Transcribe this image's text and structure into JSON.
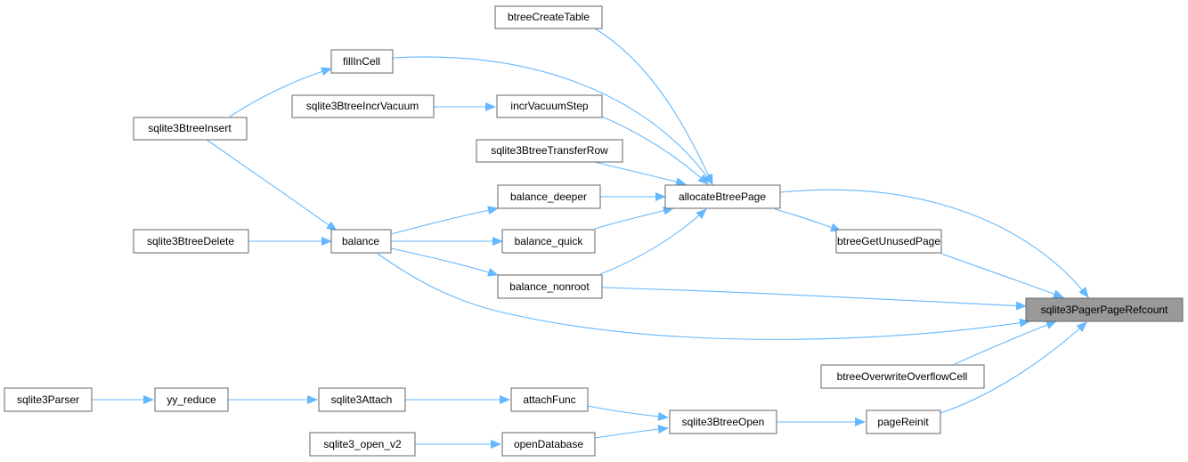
{
  "colors": {
    "edge": "#63b8ff",
    "node_border": "#666666",
    "node_fill": "#ffffff",
    "target_fill": "#999999"
  },
  "nodes": {
    "btreeCreateTable": "btreeCreateTable",
    "fillInCell": "fillInCell",
    "sqlite3BtreeIncrVacuum": "sqlite3BtreeIncrVacuum",
    "incrVacuumStep": "incrVacuumStep",
    "sqlite3BtreeInsert": "sqlite3BtreeInsert",
    "sqlite3BtreeTransferRow": "sqlite3BtreeTransferRow",
    "balance_deeper": "balance_deeper",
    "allocateBtreePage": "allocateBtreePage",
    "sqlite3BtreeDelete": "sqlite3BtreeDelete",
    "balance": "balance",
    "balance_quick": "balance_quick",
    "btreeGetUnusedPage": "btreeGetUnusedPage",
    "balance_nonroot": "balance_nonroot",
    "sqlite3PagerPageRefcount": "sqlite3PagerPageRefcount",
    "btreeOverwriteOverflowCell": "btreeOverwriteOverflowCell",
    "sqlite3Parser": "sqlite3Parser",
    "yy_reduce": "yy_reduce",
    "sqlite3Attach": "sqlite3Attach",
    "attachFunc": "attachFunc",
    "sqlite3BtreeOpen": "sqlite3BtreeOpen",
    "pageReinit": "pageReinit",
    "sqlite3_open_v2": "sqlite3_open_v2",
    "openDatabase": "openDatabase"
  }
}
